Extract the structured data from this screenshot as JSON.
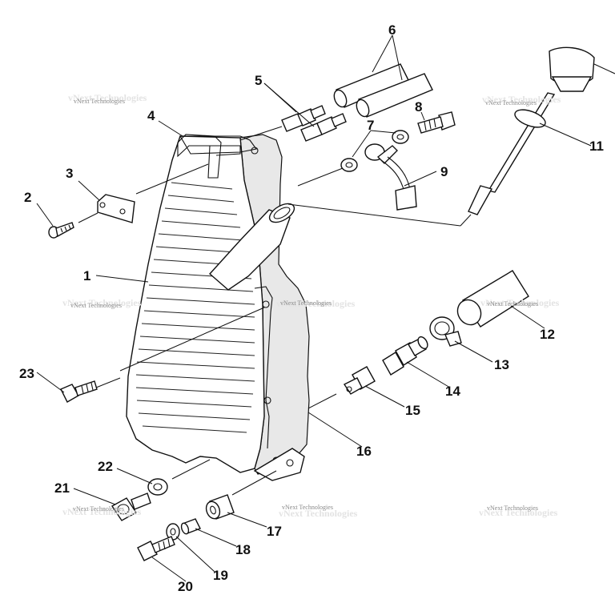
{
  "diagram": {
    "callouts": [
      "1",
      "2",
      "3",
      "4",
      "5",
      "6",
      "7",
      "8",
      "9",
      "11",
      "12",
      "13",
      "14",
      "15",
      "16",
      "17",
      "18",
      "19",
      "20",
      "21",
      "22",
      "23"
    ],
    "watermark": "vNext Technologies"
  }
}
